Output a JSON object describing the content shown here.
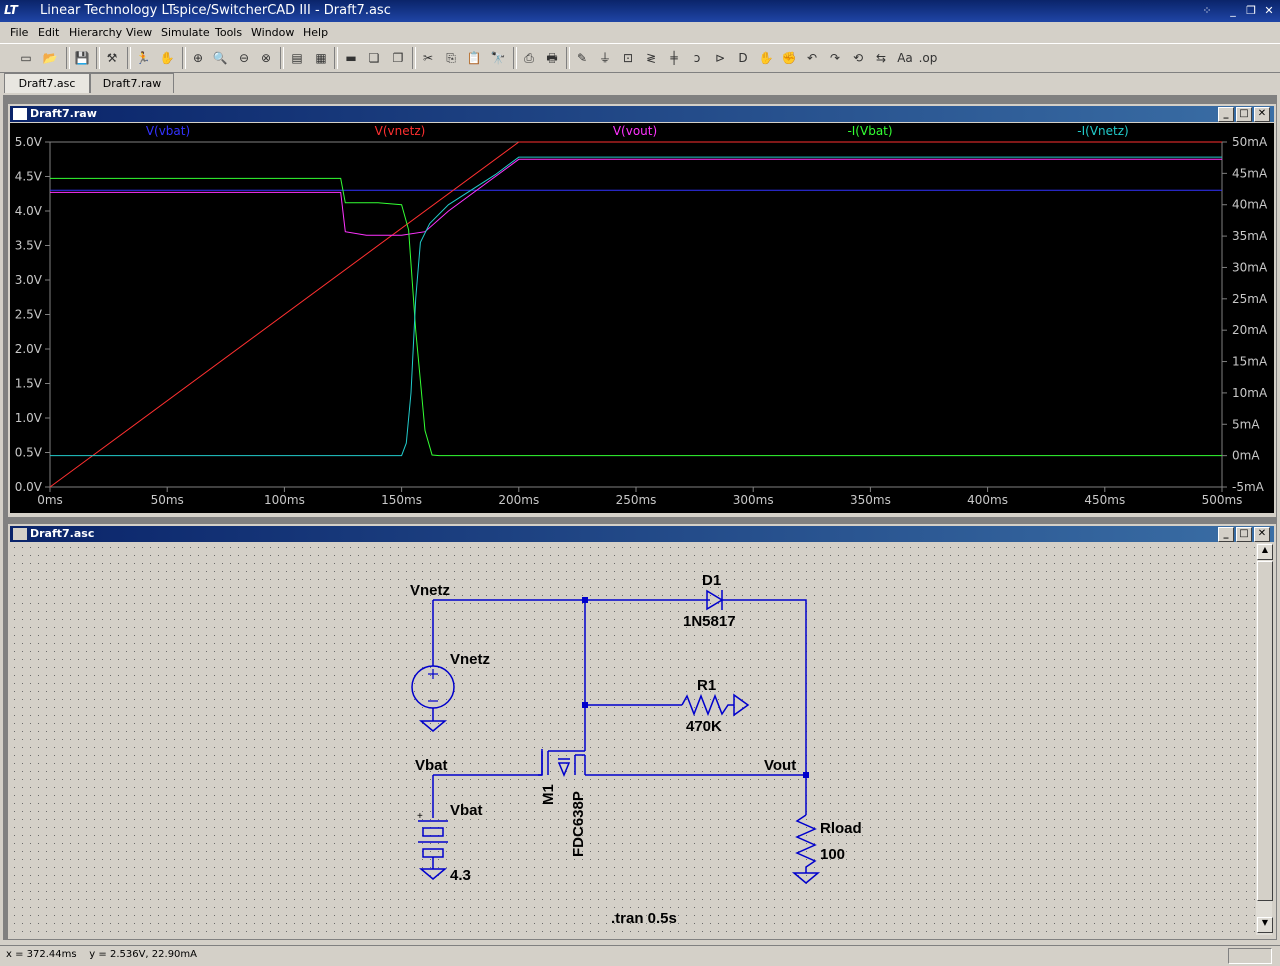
{
  "window": {
    "title": "Linear Technology LTspice/SwitcherCAD III - Draft7.asc"
  },
  "menu": [
    "File",
    "Edit",
    "Hierarchy",
    "View",
    "Simulate",
    "Tools",
    "Window",
    "Help"
  ],
  "tabs": [
    "Draft7.asc",
    "Draft7.raw"
  ],
  "plot_window": {
    "title": "Draft7.raw"
  },
  "schematic_window": {
    "title": "Draft7.asc"
  },
  "status": {
    "text": "x = 372.44ms    y = 2.536V, 22.90mA"
  },
  "colors": {
    "vbat": "#3333ff",
    "vnetz": "#ff3030",
    "vout": "#ff33ff",
    "ivbat": "#33ff33",
    "ivnetz": "#22cccc",
    "wire": "#0000cc",
    "label": "#000000"
  },
  "chart_data": {
    "type": "line",
    "xlabel": "",
    "x_ticks": [
      "0ms",
      "50ms",
      "100ms",
      "150ms",
      "200ms",
      "250ms",
      "300ms",
      "350ms",
      "400ms",
      "450ms",
      "500ms"
    ],
    "y_left_ticks": [
      "0.0V",
      "0.5V",
      "1.0V",
      "1.5V",
      "2.0V",
      "2.5V",
      "3.0V",
      "3.5V",
      "4.0V",
      "4.5V",
      "5.0V"
    ],
    "y_right_ticks": [
      "-5mA",
      "0mA",
      "5mA",
      "10mA",
      "15mA",
      "20mA",
      "25mA",
      "30mA",
      "35mA",
      "40mA",
      "45mA",
      "50mA"
    ],
    "xlim": [
      0,
      500
    ],
    "ylim_left": [
      0,
      5
    ],
    "ylim_right": [
      -5,
      50
    ],
    "series": [
      {
        "name": "V(vbat)",
        "axis": "left",
        "points": [
          [
            0,
            4.3
          ],
          [
            500,
            4.3
          ]
        ]
      },
      {
        "name": "V(vnetz)",
        "axis": "left",
        "points": [
          [
            0,
            0
          ],
          [
            200,
            5
          ],
          [
            500,
            5
          ]
        ]
      },
      {
        "name": "V(vout)",
        "axis": "left",
        "points": [
          [
            0,
            4.27
          ],
          [
            60,
            4.27
          ],
          [
            124,
            4.27
          ],
          [
            126,
            3.7
          ],
          [
            135,
            3.65
          ],
          [
            150,
            3.65
          ],
          [
            160,
            3.7
          ],
          [
            170,
            4.0
          ],
          [
            190,
            4.5
          ],
          [
            200,
            4.75
          ],
          [
            500,
            4.75
          ]
        ]
      },
      {
        "name": "-I(Vbat)",
        "axis": "right",
        "points": [
          [
            0,
            44.2
          ],
          [
            124,
            44.2
          ],
          [
            126,
            40.3
          ],
          [
            140,
            40.3
          ],
          [
            150,
            40.0
          ],
          [
            153,
            36
          ],
          [
            156,
            20
          ],
          [
            160,
            4
          ],
          [
            163,
            0.1
          ],
          [
            166,
            0
          ],
          [
            500,
            0
          ]
        ]
      },
      {
        "name": "-I(Vnetz)",
        "axis": "right",
        "points": [
          [
            0,
            0
          ],
          [
            150,
            0
          ],
          [
            152,
            2
          ],
          [
            154,
            10
          ],
          [
            156,
            25
          ],
          [
            158,
            34
          ],
          [
            162,
            37
          ],
          [
            170,
            40
          ],
          [
            190,
            44.8
          ],
          [
            200,
            47.6
          ],
          [
            500,
            47.6
          ]
        ]
      }
    ]
  },
  "schematic": {
    "labels": {
      "vnetz_net": "Vnetz",
      "vnetz_src": "Vnetz",
      "d1_name": "D1",
      "d1_model": "1N5817",
      "r1_name": "R1",
      "r1_value": "470K",
      "vbat_net": "Vbat",
      "vbat_src": "Vbat",
      "vbat_value": "4.3",
      "m1_name": "M1",
      "m1_model": "FDC638P",
      "vout_net": "Vout",
      "rload_name": "Rload",
      "rload_value": "100",
      "directive": ".tran 0.5s"
    }
  }
}
